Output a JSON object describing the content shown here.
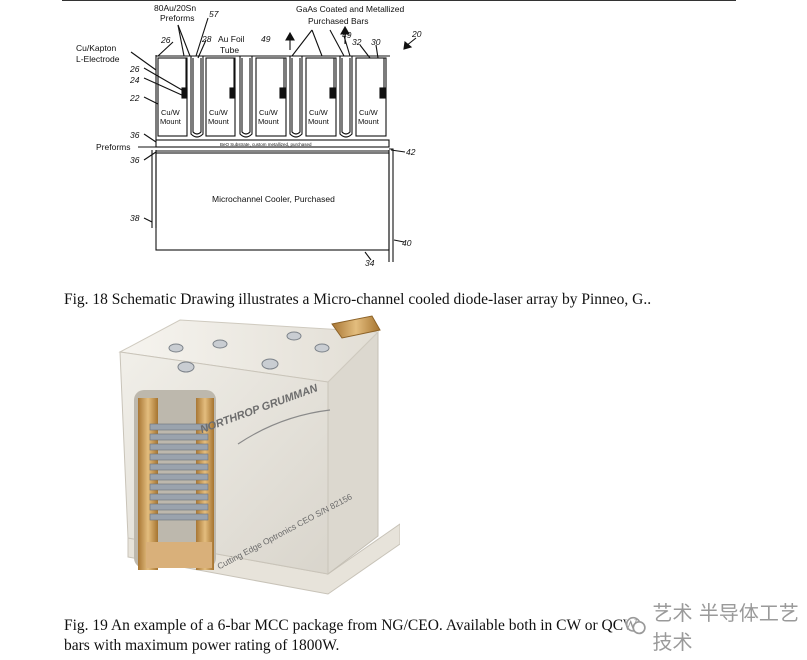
{
  "figure18": {
    "caption": "Fig. 18 Schematic Drawing illustrates a Micro-channel cooled diode-laser array by Pinneo, G..",
    "labels": {
      "preforms_top_1": "80Au/20Sn",
      "preforms_top_2": "Preforms",
      "ref_57": "57",
      "gaas_1": "GaAs Coated and Metallized",
      "gaas_2": "Purchased Bars",
      "ref_20": "20",
      "ref_26a": "26",
      "ref_28": "28",
      "au_foil_1": "Au Foil",
      "au_foil_2": "Tube",
      "ref_49a": "49",
      "ref_49b": "49",
      "ref_32": "32",
      "ref_30": "30",
      "cu_kapton_1": "Cu/Kapton",
      "cu_kapton_2": "L-Electrode",
      "ref_26b": "26",
      "ref_24": "24",
      "ref_22": "22",
      "mount_1": "Cu/W",
      "mount_2": "Mount",
      "ref_36a": "36",
      "preforms_side": "Preforms",
      "ref_36b": "36",
      "beo": "BeO Substrate, custom metallized, purchased",
      "ref_42": "42",
      "cooler": "Microchannel Cooler, Purchased",
      "ref_38": "38",
      "ref_40": "40",
      "ref_34": "34"
    }
  },
  "figure19": {
    "caption_line1": "Fig. 19 An example of a 6-bar MCC package from NG/CEO. Available both in CW or QCW",
    "caption_line2": "bars with maximum power rating of 1800W.",
    "brand": "NORTHROP GRUMMAN",
    "side_text": "Cutting Edge Optronics  CEO S/N 82156"
  },
  "watermark": {
    "text": "艺术 半导体工艺技术"
  },
  "colors": {
    "housing": "#e9e6df",
    "copper": "#c99a5a",
    "ink": "#111111"
  }
}
